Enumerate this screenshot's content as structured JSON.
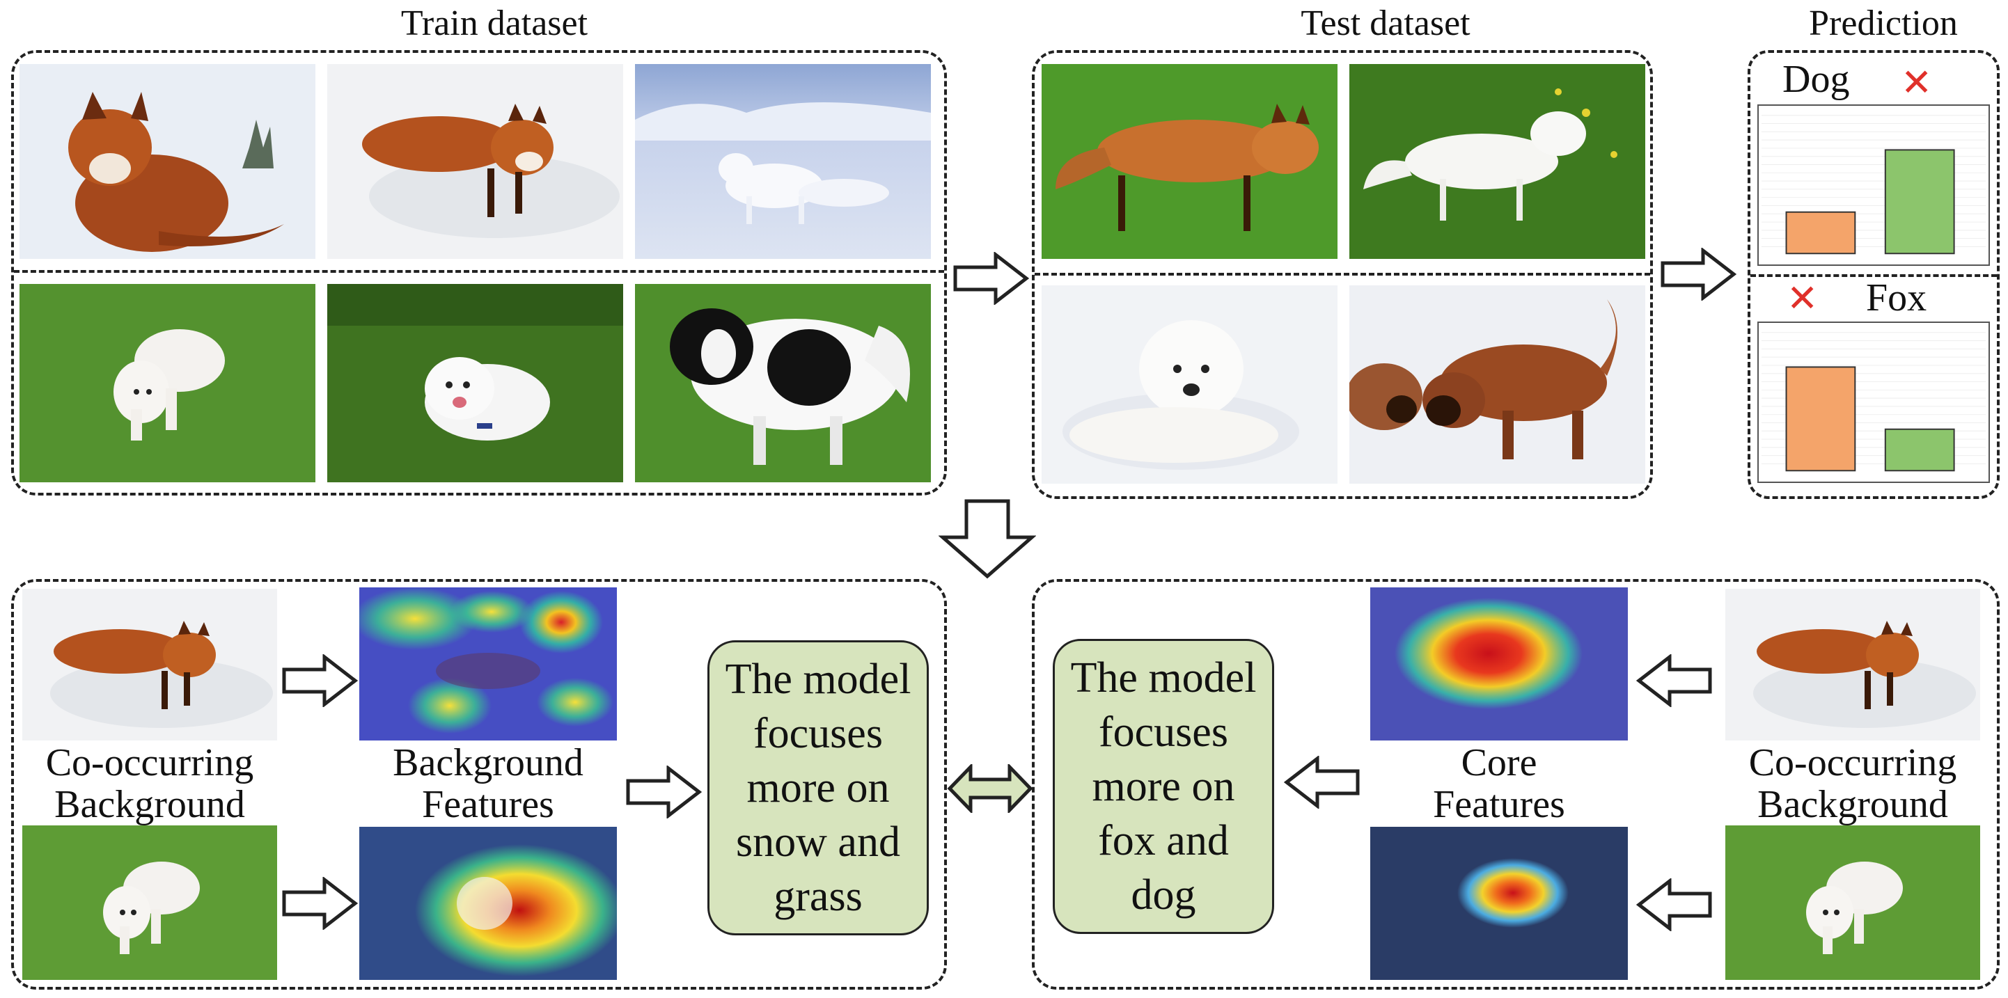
{
  "titles": {
    "train": "Train dataset",
    "test": "Test dataset",
    "prediction": "Prediction"
  },
  "prediction": {
    "dog_label": "Dog",
    "fox_label": "Fox",
    "wrong_mark": "✕"
  },
  "chart_data": [
    {
      "type": "bar",
      "title": "Dog",
      "categories": [
        "orange",
        "green"
      ],
      "values": [
        0.3,
        0.75
      ],
      "colors": [
        "#f4a46a",
        "#8cc56c"
      ]
    },
    {
      "type": "bar",
      "title": "Fox",
      "categories": [
        "orange",
        "green"
      ],
      "values": [
        0.75,
        0.3
      ],
      "colors": [
        "#f4a46a",
        "#8cc56c"
      ]
    }
  ],
  "left_panel": {
    "label_a": "Co-occurring\nBackground",
    "label_b": "Background\nFeatures",
    "box_text": "The model\nfocuses\nmore on\nsnow and\ngrass"
  },
  "right_panel": {
    "label_a": "Co-occurring\nBackground",
    "label_b": "Core\nFeatures",
    "box_text": "The model\nfocuses\nmore on\nfox and\ndog"
  },
  "colors": {
    "snow": "#eef1f6",
    "grass": "#4f8e2e",
    "box_fill": "#d7e4bd",
    "bar_orange": "#f4a46a",
    "bar_green": "#8cc56c",
    "cross": "#e0302a"
  }
}
